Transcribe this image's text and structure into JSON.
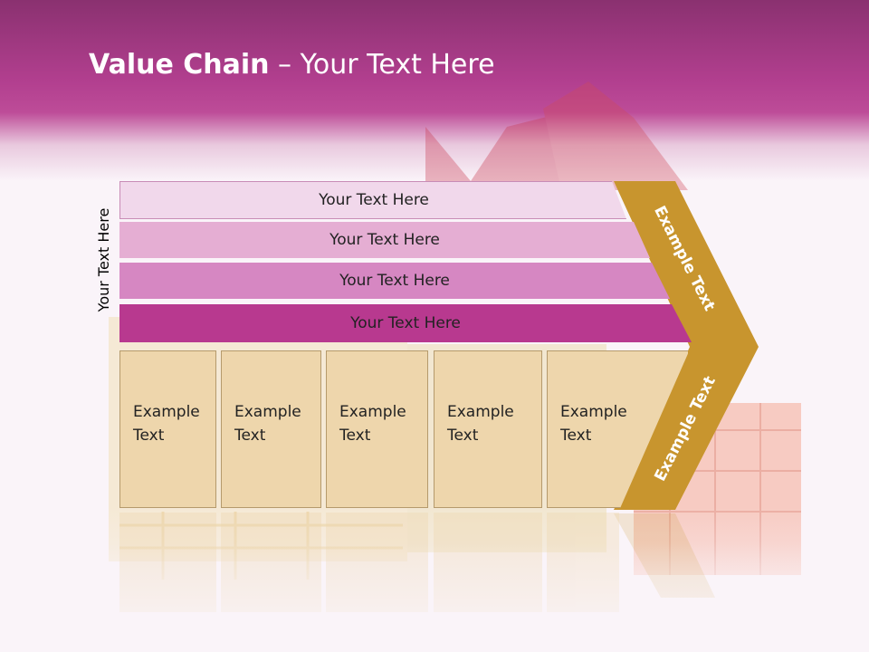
{
  "title": {
    "bold": "Value Chain",
    "rest": " – Your Text Here"
  },
  "side_label": "Your Text Here",
  "bars": [
    "Your Text Here",
    "Your Text Here",
    "Your Text Here",
    "Your Text Here"
  ],
  "boxes": [
    {
      "line1": "Example",
      "line2": "Text"
    },
    {
      "line1": "Example",
      "line2": "Text"
    },
    {
      "line1": "Example",
      "line2": "Text"
    },
    {
      "line1": "Example",
      "line2": "Text"
    },
    {
      "line1": "Example",
      "line2": "Text"
    }
  ],
  "chevron": {
    "upper": "Example Text",
    "lower": "Example Text"
  },
  "colors": {
    "header": "#b23f8f",
    "chevron": "#c8952e",
    "box": "#eed6ac"
  }
}
